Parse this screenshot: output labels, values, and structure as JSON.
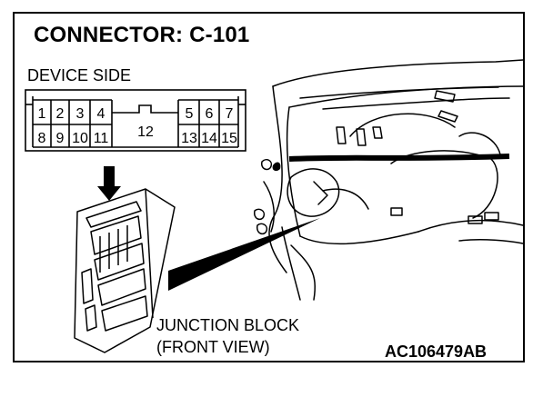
{
  "title": "CONNECTOR: C-101",
  "device_side_label": "DEVICE SIDE",
  "connector": {
    "top_row": [
      "1",
      "2",
      "3",
      "4",
      "5",
      "6",
      "7"
    ],
    "bottom_row": [
      "8",
      "9",
      "10",
      "11",
      "13",
      "14",
      "15"
    ],
    "center_pin": "12"
  },
  "junction_block_line1": "JUNCTION BLOCK",
  "junction_block_line2": "(FRONT VIEW)",
  "figure_code": "AC106479AB"
}
